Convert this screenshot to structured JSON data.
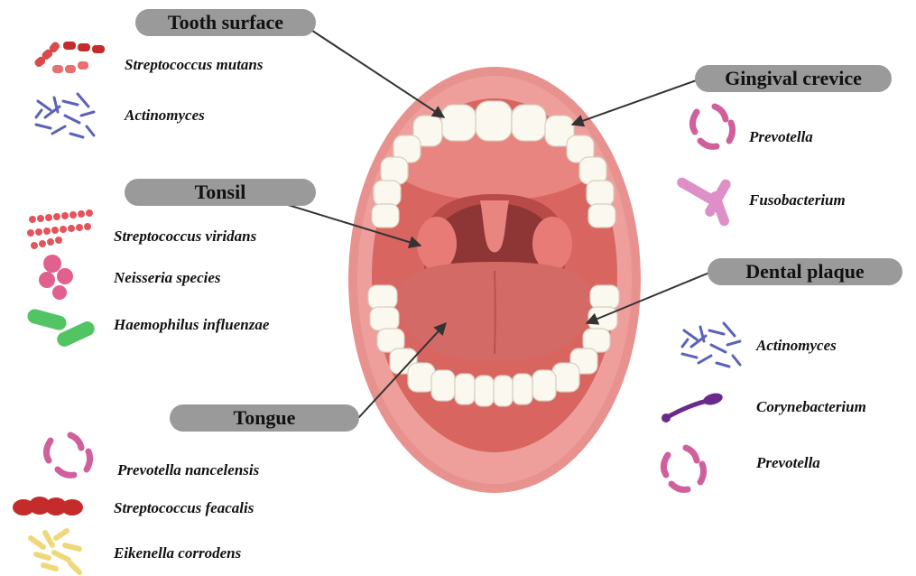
{
  "colors": {
    "pill": "#9a9a9a",
    "lip": "#e8928f",
    "mouth_inside": "#d96560",
    "tongue": "#d36a66",
    "tooth": "#fbf8ef",
    "arrow": "#333333"
  },
  "sites": {
    "tooth_surface": {
      "title": "Tooth surface",
      "organisms": [
        {
          "name": "Streptococcus mutans",
          "icon": "red-chain-bacteria-icon"
        },
        {
          "name": "Actinomyces",
          "icon": "blue-rod-cluster-icon"
        }
      ]
    },
    "tonsil": {
      "title": "Tonsil",
      "organisms": [
        {
          "name": "Streptococcus viridans",
          "icon": "pink-cocci-chain-icon"
        },
        {
          "name": "Neisseria species",
          "icon": "pink-diplococci-icon"
        },
        {
          "name": "Haemophilus influenzae",
          "icon": "green-rod-icon"
        }
      ]
    },
    "tongue": {
      "title": "Tongue",
      "organisms": [
        {
          "name": "Prevotella nancelensis",
          "icon": "pink-curved-rod-icon"
        },
        {
          "name": "Streptococcus feacalis",
          "icon": "red-cocci-chain-icon"
        },
        {
          "name": "Eikenella corrodens",
          "icon": "yellow-rod-cluster-icon"
        }
      ]
    },
    "gingival_crevice": {
      "title": "Gingival crevice",
      "organisms": [
        {
          "name": "Prevotella",
          "icon": "pink-curved-rod-icon"
        },
        {
          "name": "Fusobacterium",
          "icon": "pink-fusiform-rod-icon"
        }
      ]
    },
    "dental_plaque": {
      "title": "Dental plaque",
      "organisms": [
        {
          "name": "Actinomyces",
          "icon": "blue-rod-cluster-icon"
        },
        {
          "name": "Corynebacterium",
          "icon": "purple-club-rod-icon"
        },
        {
          "name": "Prevotella",
          "icon": "pink-curved-rod-icon"
        }
      ]
    }
  }
}
